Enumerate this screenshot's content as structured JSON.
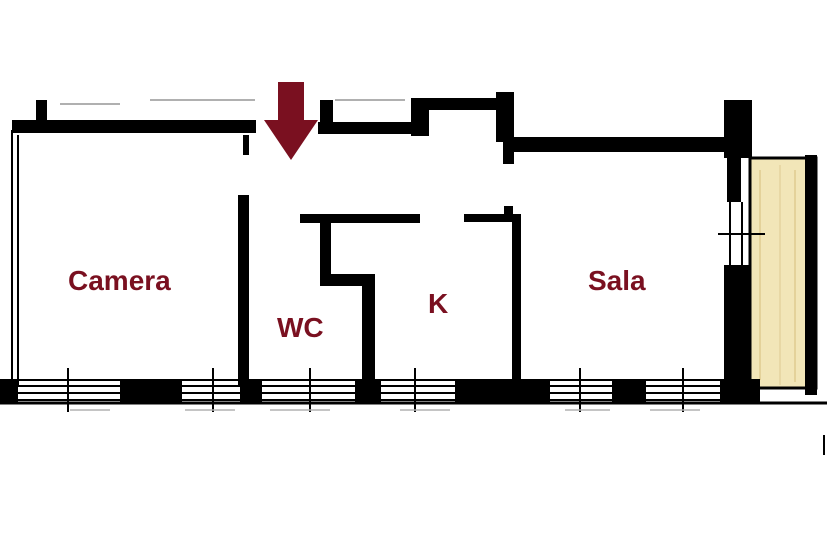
{
  "plan": {
    "rooms": {
      "camera": "Camera",
      "wc": "WC",
      "k": "K",
      "sala": "Sala"
    },
    "colors": {
      "label": "#7a1020",
      "entrance_arrow": "#7a1020",
      "wall": "#000000",
      "balcony": "#f2e6b8"
    },
    "icons": {
      "entrance": "entrance-arrow-icon"
    }
  }
}
